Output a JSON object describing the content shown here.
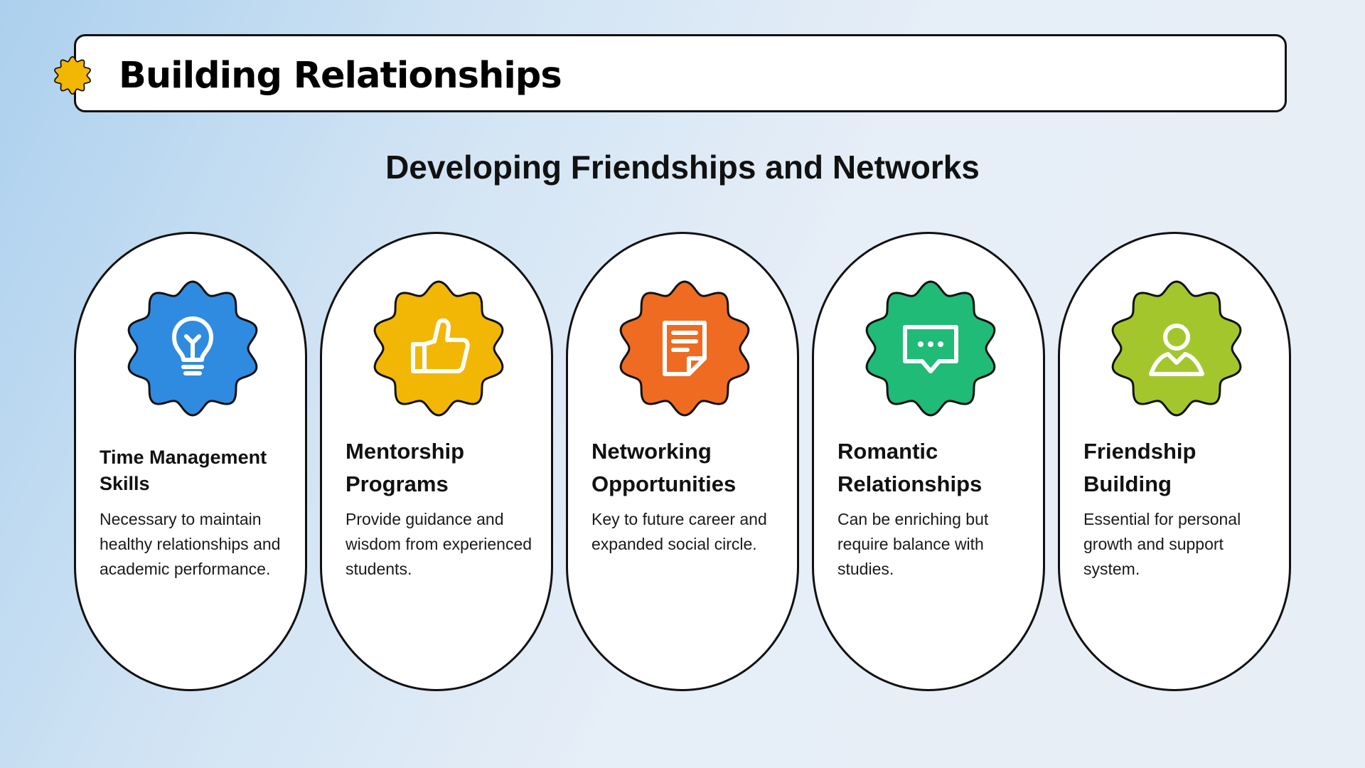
{
  "header": {
    "title": "Building Relationships",
    "badge_color": "#f2b705"
  },
  "subtitle": "Developing Friendships and Networks",
  "cards": [
    {
      "heading": "Time Management Skills",
      "description": "Necessary to maintain healthy relationships and academic performance.",
      "icon": "lightbulb-icon",
      "color": "#2f8be0"
    },
    {
      "heading": "Mentorship Programs",
      "description": "Provide guidance and wisdom from experienced students.",
      "icon": "thumbs-up-icon",
      "color": "#f2b705"
    },
    {
      "heading": "Networking Opportunities",
      "description": "Key to future career and expanded social circle.",
      "icon": "document-icon",
      "color": "#ee6b21"
    },
    {
      "heading": "Romantic Relationships",
      "description": "Can be enriching but require balance with studies.",
      "icon": "chat-bubble-icon",
      "color": "#1fbb77"
    },
    {
      "heading": "Friendship Building",
      "description": "Essential for personal growth and support system.",
      "icon": "user-icon",
      "color": "#a4c62d"
    }
  ]
}
